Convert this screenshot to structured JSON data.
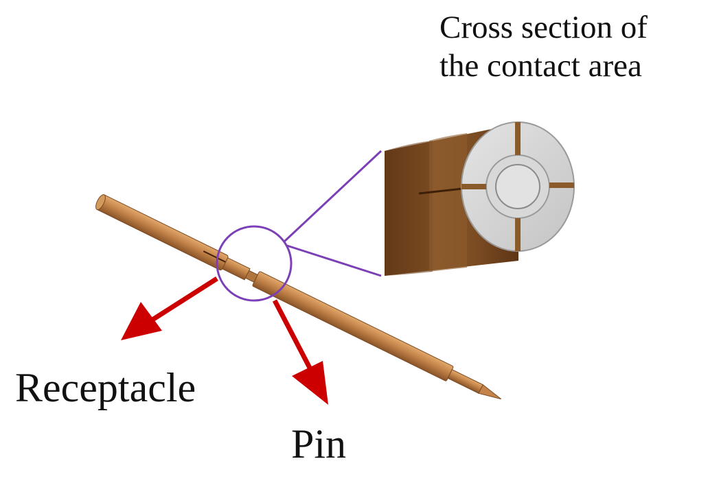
{
  "caption": {
    "line1": "Cross section of",
    "line2": "the contact area"
  },
  "labels": {
    "receptacle": "Receptacle",
    "pin": "Pin"
  },
  "colors": {
    "arrow": "#cc0000",
    "callout": "#7b3fb6",
    "copper_light": "#c98a4a",
    "copper_dark": "#6b3e1c",
    "cross_section": "#d4d4d4"
  }
}
